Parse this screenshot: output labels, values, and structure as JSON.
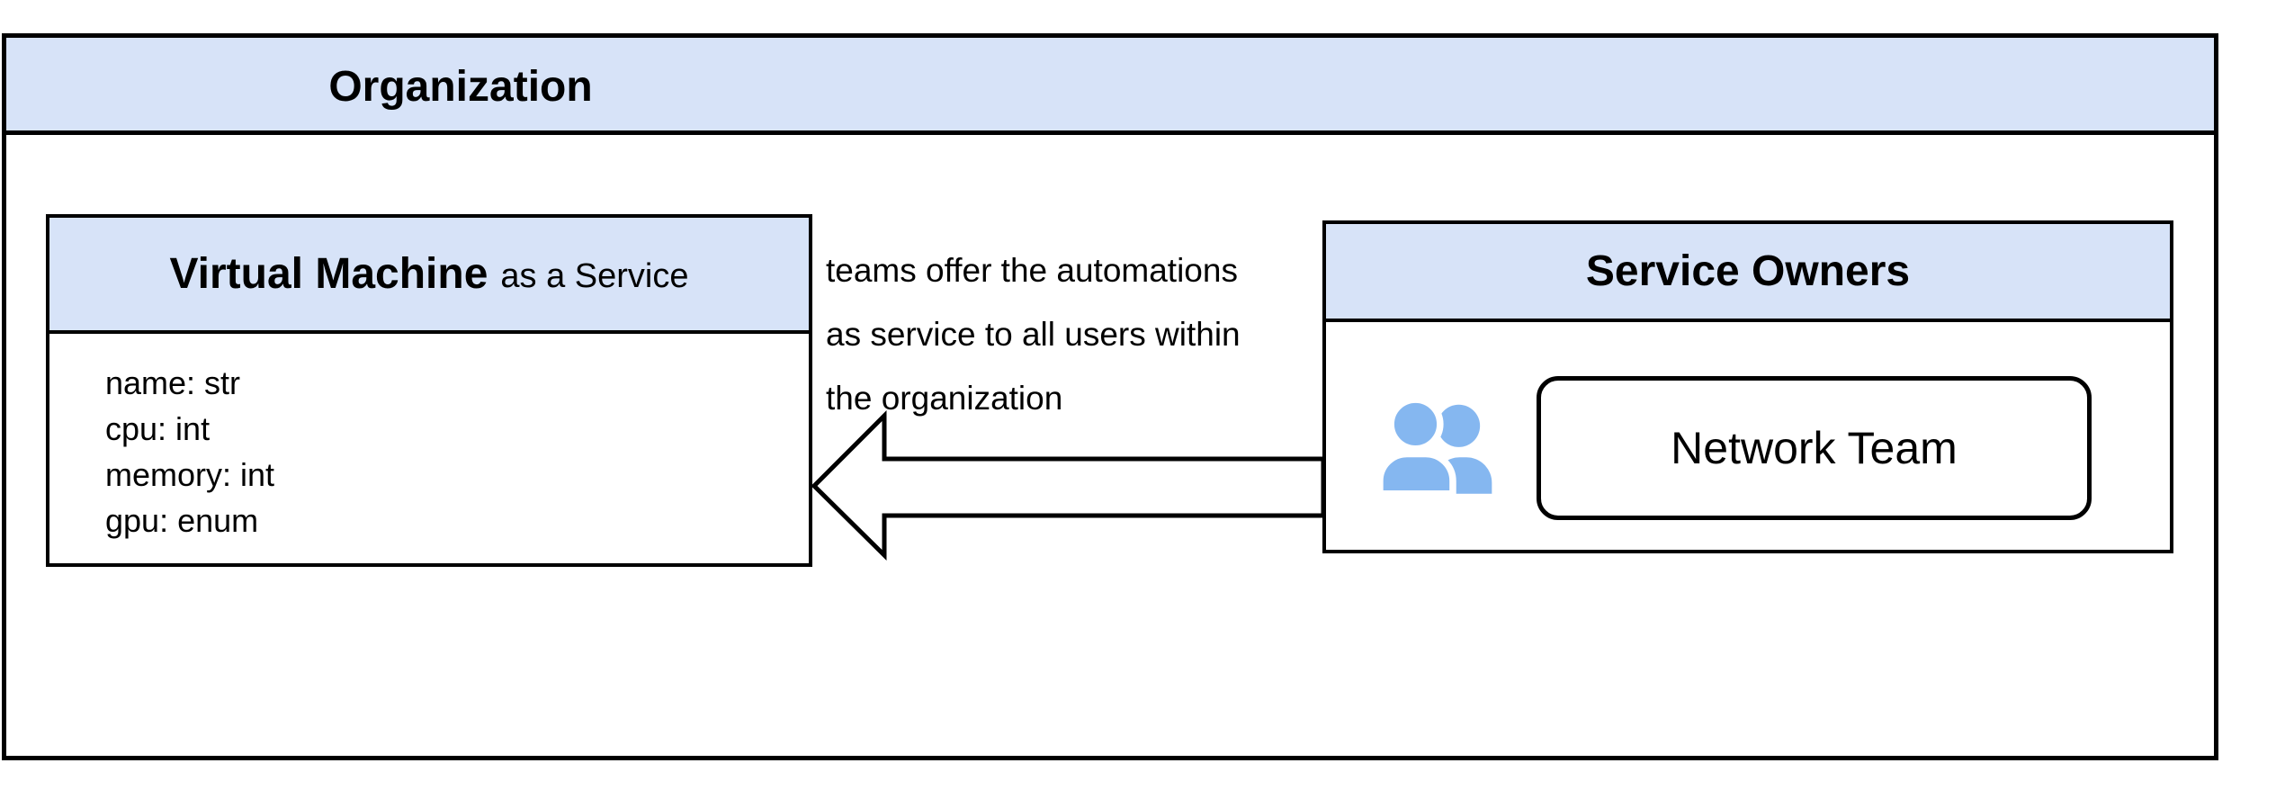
{
  "organization": {
    "title": "Organization"
  },
  "vm_box": {
    "title": "Virtual Machine",
    "subtitle": "as a Service",
    "attributes": [
      "name: str",
      "cpu: int",
      "memory: int",
      "gpu: enum"
    ]
  },
  "annotation": {
    "lines": [
      "teams offer the automations",
      "as service to all users within",
      "the organization"
    ]
  },
  "service_owners": {
    "title": "Service Owners",
    "icon": "people-icon",
    "team": "Network Team"
  },
  "colors": {
    "header_fill": "#d7e3f8",
    "icon_blue": "#85b7f0",
    "line": "#000000",
    "bg": "#ffffff"
  }
}
